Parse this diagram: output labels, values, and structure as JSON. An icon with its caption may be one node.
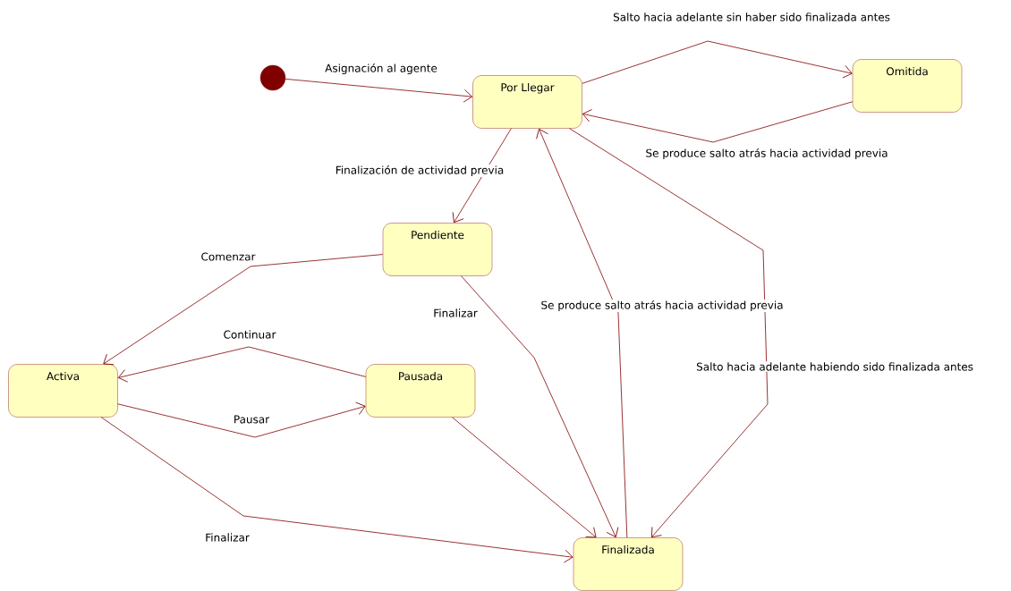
{
  "diagram": {
    "nodes": [
      {
        "text": [],
        "shape": "circle"
      },
      {
        "text": [
          "Por Llegar"
        ]
      },
      {
        "text": [
          "Omitida"
        ]
      },
      {
        "text": [
          "Pendiente"
        ]
      },
      {
        "text": [
          "Activa"
        ]
      },
      {
        "text": [
          "Pausada"
        ]
      },
      {
        "text": [
          "Finalizada"
        ]
      }
    ],
    "edges": [
      {
        "from": 0,
        "to": 1,
        "arrow": "to",
        "label": "Asignación al agente"
      },
      {
        "from": 1,
        "to": 2,
        "arrow": "to",
        "label": "Salto hacia adelante sin haber sido finalizada antes"
      },
      {
        "from": 2,
        "to": 1,
        "arrow": "to",
        "label": "Se produce salto atrás hacia actividad previa"
      },
      {
        "from": 1,
        "to": 3,
        "arrow": "to",
        "label": "Finalización de actividad previa"
      },
      {
        "from": 3,
        "to": 4,
        "arrow": "to",
        "label": "Comenzar"
      },
      {
        "from": 5,
        "to": 4,
        "arrow": "to",
        "label": "Continuar"
      },
      {
        "from": 4,
        "to": 5,
        "arrow": "to",
        "label": "Pausar"
      },
      {
        "from": 3,
        "to": 6,
        "arrow": "to",
        "label": "Finalizar"
      },
      {
        "from": 6,
        "to": 1,
        "arrow": "to",
        "label": "Se produce salto atrás hacia actividad previa"
      },
      {
        "from": 1,
        "to": 6,
        "arrow": "to",
        "label": "Salto hacia adelante habiendo sido finalizada antes"
      },
      {
        "from": 4,
        "to": 6,
        "arrow": "to",
        "label": "Finalizar"
      },
      {
        "from": 5,
        "to": 6,
        "arrow": "to"
      }
    ]
  }
}
